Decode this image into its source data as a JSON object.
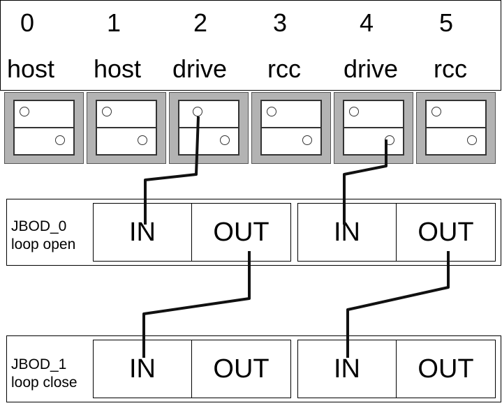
{
  "ports": [
    {
      "num": "0",
      "role": "host"
    },
    {
      "num": "1",
      "role": "host"
    },
    {
      "num": "2",
      "role": "drive"
    },
    {
      "num": "3",
      "role": "rcc"
    },
    {
      "num": "4",
      "role": "drive"
    },
    {
      "num": "5",
      "role": "rcc"
    }
  ],
  "jbods": [
    {
      "name": "JBOD_0",
      "state": "loop open",
      "in_label": "IN",
      "out_label": "OUT"
    },
    {
      "name": "JBOD_1",
      "state": "loop close",
      "in_label": "IN",
      "out_label": "OUT"
    }
  ],
  "colors": {
    "port_bezel": "#b3b3b3",
    "cable": "#111111"
  }
}
